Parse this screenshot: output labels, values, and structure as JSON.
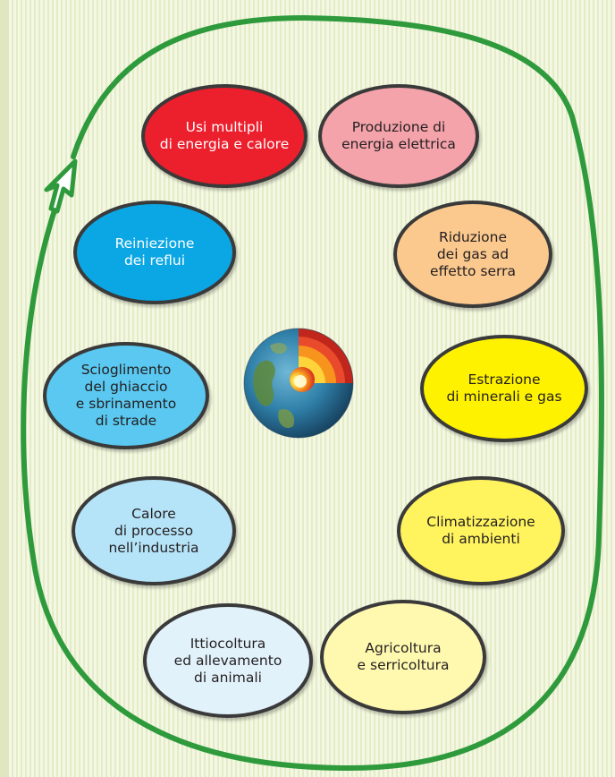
{
  "nodes": [
    {
      "id": "usi-multipli",
      "label": "Usi multipli\ndi energia e calore",
      "color": "#ec1f2d",
      "text": "#ffffff"
    },
    {
      "id": "produzione-energia",
      "label": "Produzione di\nenergia elettrica",
      "color": "#f4a3ab",
      "text": "#231f20"
    },
    {
      "id": "reiniezione",
      "label": "Reiniezione\ndei reflui",
      "color": "#0aa7e4",
      "text": "#ffffff"
    },
    {
      "id": "riduzione-gas",
      "label": "Riduzione\ndei gas ad\neffetto serra",
      "color": "#fbc88e",
      "text": "#231f20"
    },
    {
      "id": "scioglimento",
      "label": "Scioglimento\ndel ghiaccio\ne sbrinamento\ndi strade",
      "color": "#5ac8f0",
      "text": "#231f20"
    },
    {
      "id": "estrazione",
      "label": "Estrazione\ndi minerali e gas",
      "color": "#fff200",
      "text": "#231f20"
    },
    {
      "id": "calore-processo",
      "label": "Calore\ndi processo\nnell’industria",
      "color": "#b5e3f7",
      "text": "#231f20"
    },
    {
      "id": "climatizzazione",
      "label": "Climatizzazione\ndi ambienti",
      "color": "#fff35e",
      "text": "#231f20"
    },
    {
      "id": "ittiocoltura",
      "label": "Ittiocoltura\ned allevamento\ndi animali",
      "color": "#e2f2fb",
      "text": "#231f20"
    },
    {
      "id": "agricoltura",
      "label": "Agricoltura\ne serricoltura",
      "color": "#fff9b0",
      "text": "#231f20"
    }
  ],
  "colors": {
    "loop": "#2e9a3c",
    "node_border": "#3a3a3a"
  },
  "icons": {
    "center": "earth-cross-section-icon",
    "arrow": "arrowhead-icon"
  }
}
